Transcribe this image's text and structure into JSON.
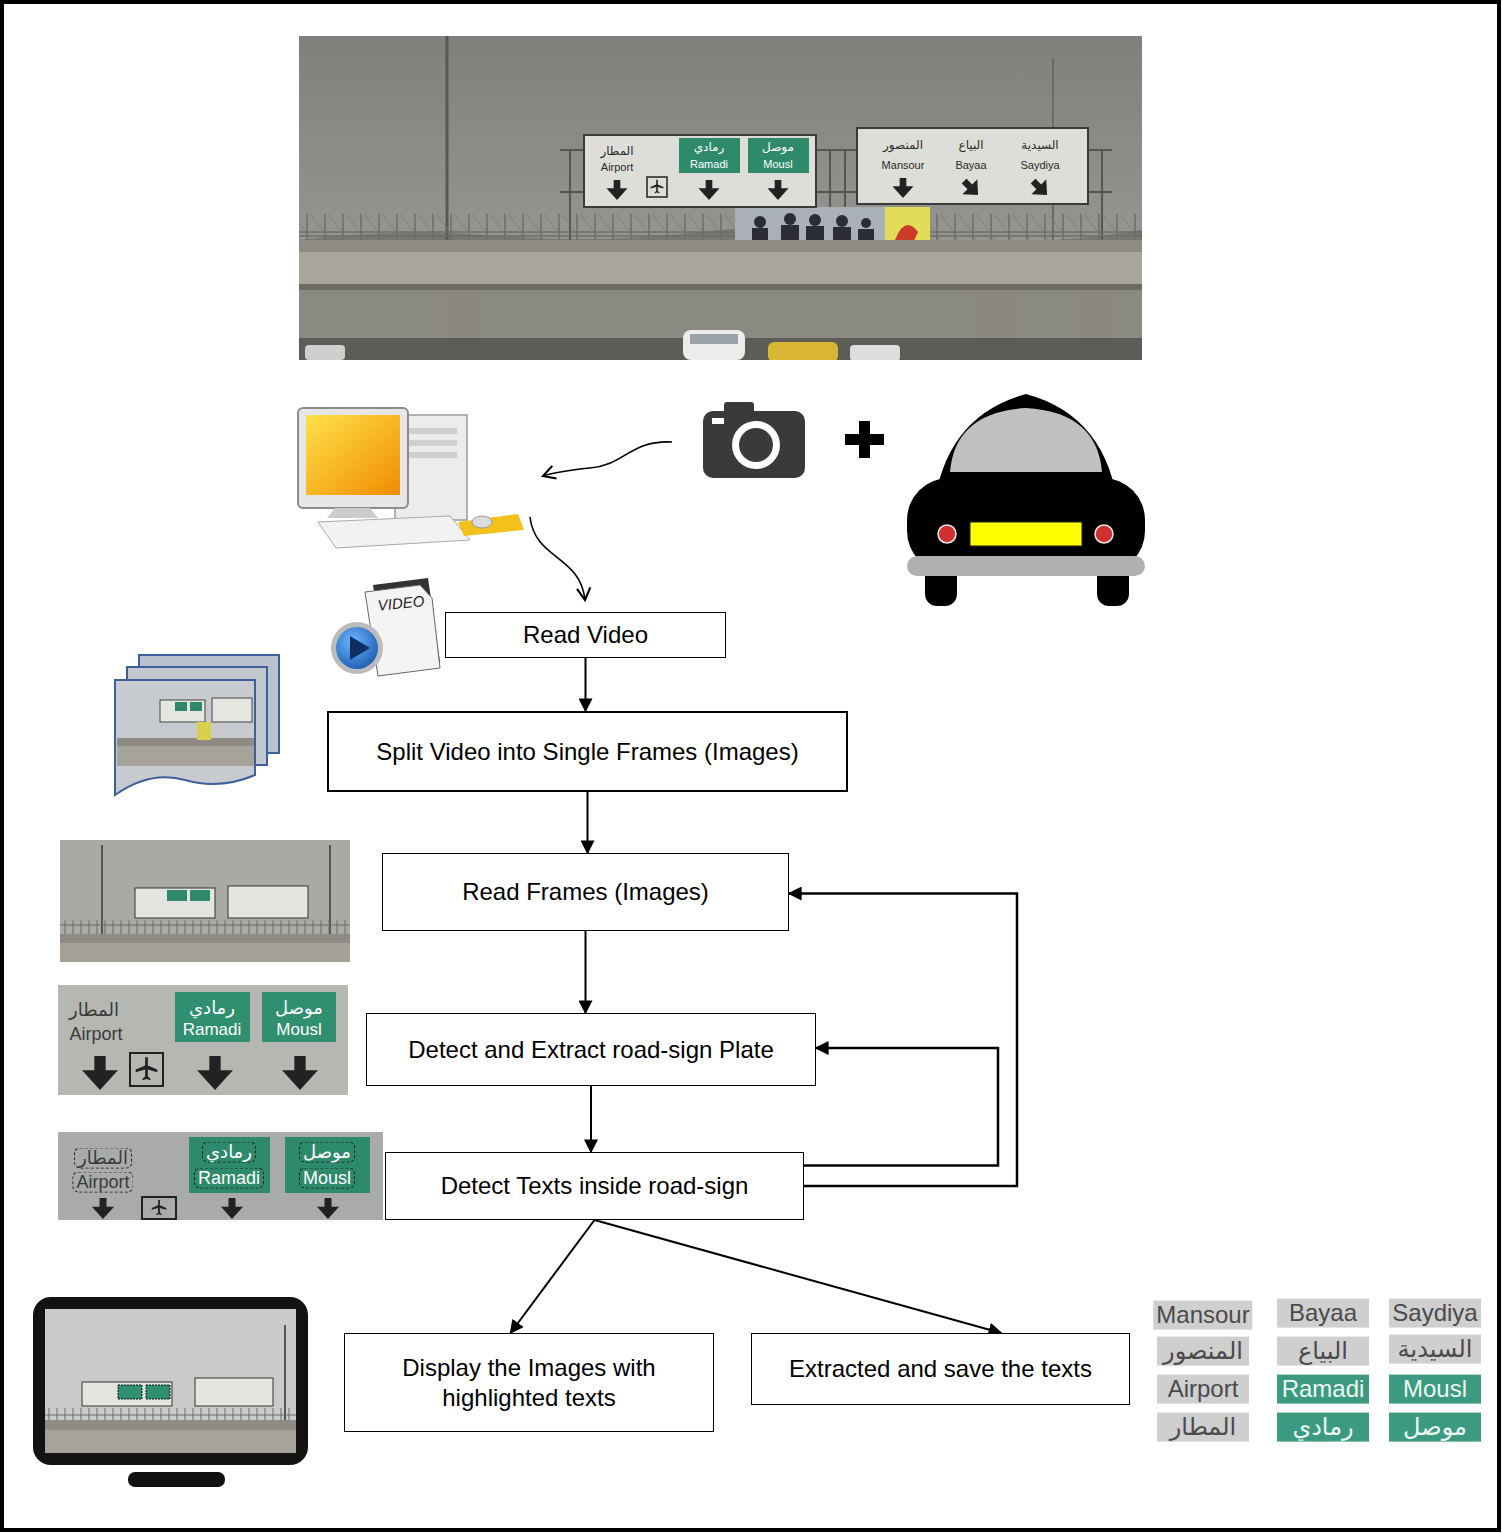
{
  "diagram": {
    "nodes": [
      {
        "text": [
          "Read Video"
        ]
      },
      {
        "text": [
          "Split Video into Single Frames (Images)"
        ]
      },
      {
        "text": [
          "Read Frames (Images)"
        ]
      },
      {
        "text": [
          "Detect and Extract road-sign Plate"
        ]
      },
      {
        "text": [
          "Detect Texts inside road-sign"
        ]
      },
      {
        "text": [
          "Display the Images with highlighted texts"
        ]
      },
      {
        "text": [
          "Extracted and save the texts"
        ]
      }
    ],
    "edges": [
      {
        "from": 0,
        "to": 1,
        "arrow": "to"
      },
      {
        "from": 1,
        "to": 2,
        "arrow": "to"
      },
      {
        "from": 2,
        "to": 3,
        "arrow": "to"
      },
      {
        "from": 3,
        "to": 4,
        "arrow": "to"
      },
      {
        "from": 4,
        "to": 5,
        "arrow": "to"
      },
      {
        "from": 4,
        "to": 6,
        "arrow": "to"
      },
      {
        "from": 4,
        "to": 3,
        "arrow": "to"
      },
      {
        "from": 4,
        "to": 2,
        "arrow": "to"
      }
    ],
    "labels": [
      "المطار",
      "Airport",
      "رمادي",
      "Ramadi",
      "موصل",
      "Mousl",
      "المنصور",
      "Mansour",
      "البياع",
      "Bayaa",
      "السيدية",
      "Saydiya",
      "VIDEO",
      "المطار",
      "Airport",
      "رمادي",
      "Ramadi",
      "موصل",
      "Mousl",
      "المطار",
      "Airport",
      "رمادي",
      "Ramadi",
      "موصل",
      "Mousl",
      "Mansour",
      "Bayaa",
      "Saydiya",
      "المنصور",
      "البياع",
      "السيدية",
      "Airport",
      "Ramadi",
      "Mousl",
      "المطار",
      "رمادي",
      "موصل"
    ]
  }
}
